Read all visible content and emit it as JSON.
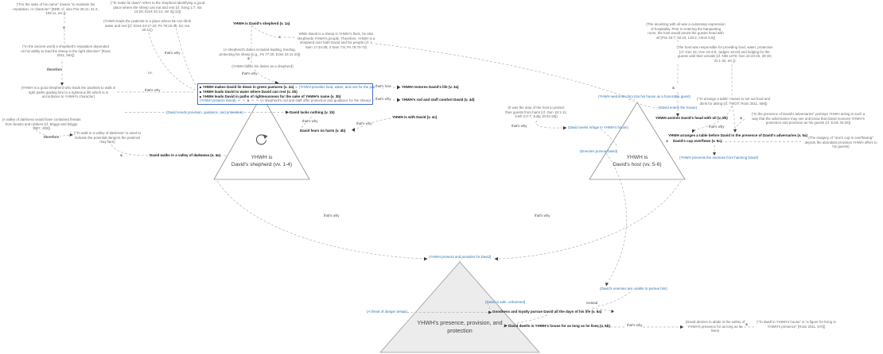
{
  "colors": {
    "inference_blue": "#2e74b5",
    "box_border_blue": "#4472c4",
    "note_gray": "#6b6b6b",
    "statement_black": "#151515",
    "line_gray": "#b3b3b3",
    "bottom_triangle_fill": "#ececec"
  },
  "triangles": {
    "shepherd": {
      "lines": {
        "l1": "YHWH is",
        "l2": "David's shepherd (vv. 1-4)"
      }
    },
    "host": {
      "lines": {
        "l1": "YHWH is",
        "l2": "David's host (vv. 5-6)"
      }
    },
    "theme": {
      "lines": {
        "l1": "YHWH's presence, provision, and",
        "l2": "protection"
      }
    }
  },
  "box": {
    "marker": "▶",
    "rows": {
      "r1_main": "YHWH makes David lie down in green pastures (v. 2a)",
      "r1_eq": "=",
      "r1_inference": "(YHWH provides food, water, and rest for the psalmist)",
      "r2": "YHWH leads David to water where David can rest (v. 2b)",
      "r3": "YHWH leads David in paths of righteousness for the sake of YHWH's name (v. 3b)",
      "r4_inference": "(YHWH protects David)",
      "r4_amp": "&",
      "r4_note": "(A shepherd's rod and staff offer protection and guidance for the sheep)"
    }
  },
  "statements": {
    "shepherd_1a": "YHWH is David's shepherd (v. 1a)",
    "walks_valley": "David walks in a valley of darkness (v. 4a)",
    "restores": "YHWH restores David's life (v. 3a)",
    "rod_comfort": "YHWH's rod and staff comfort David (v. 4d)",
    "lacks_nothing": "David lacks nothing (v. 1b)",
    "with_david": "YHWH is with David (v. 4c)",
    "fears_no_harm": "David fears no harm (v. 4b)",
    "anoints": "YHWH anoints David's head with oil (v. 5b)",
    "arranges_table": "YHWH arranges a table before David in the presence of David's adversaries (v. 5a)",
    "cup_overflows": "David's cup overflows (v. 5c)",
    "goodness": "Goodness and loyalty pursue David all the days of his life (v. 6a)",
    "dwells": "David dwells in YHWH's house for as long as he lives (v. 6b)"
  },
  "inferences": {
    "needs": "(David needs provision, guidance, and protection)",
    "welcomes": "(YHWH welcomes him into his house as a honorable guest)",
    "enters": "(David enters the house)",
    "refuge": "(David seeks refuge in YHWH's house)",
    "enemies_pursue": "(Enemies pursue David)",
    "prevents": "(YHWH prevents the enemies from harming David)",
    "protects_provides": "(YHWH protects and provides for David)",
    "unable": "(David's enemies are unable to pursue him)",
    "safe": "(David is safe, unharmed)",
    "threat": "(A threat of danger arises)"
  },
  "notes": {
    "name_meaning": "(\"For the sake of his name\" means \"to maintain his reputation, or character\" [BDB; cf. also Pss 25:11; 31:4; 106:11, etc.])",
    "reputation": "(\"In the ancient world a shepherd's reputation depended on his ability to lead the sheep in the right direction\" [Ross 2011, 564])",
    "good_shepherd": "(YHWH is a good shepherd who leads the psalmist to walk in right paths guiding him to a righteous life which is in accordance to YHWH's character)",
    "valley_threats": "(A valley of darkness would have contained threats from beasts and robbers [cf. Briggs and Briggs 1907, 209])",
    "valley_indicates": "(\"To walk in a valley of darkness\" is used to indicate the potential dangers the psalmist may face)",
    "make_lie_down": "(\"To make lie down\" refers to the shepherd identifying a good place where the sheep can eat and rest [cf. Song 1:7; Isa 13:20; Ezek 34:14; Jer 33:12])",
    "leads_place": "(YHWH leads the psalmist to a place where he can drink water and rest [cf. Ezek 34:17-22; Ps 78:15-20, 52; Isa 40:11])",
    "sheep_shepherd": "While David is a sheep in YHWH's flock, he also shepherds YHWH's people. Therefore, YHWH is a shepherd over both David and his people (cf. 1 Sam 17:34-35; 2 Sam 7:8; Ps 78:70-72)",
    "duties": "(A shepherd's duties included leading, feeding, protecting his sheep [e.g., Ps 77:20; Ezek 34:11-20])",
    "fulfills": "(YHWH fulfills his duties as a shepherd)",
    "anointing": "(The anointing with oil was a customary expression of hospitality. Prior to entering the banqueting room, the host would anoint the guests head with oil [Pss 45:7; 92:10; 133:2; Amos 6:6])",
    "host_responsible": "(The host was responsible for providing food, water, protection [cf. Gen 24; Gen 19:4-8; Judges 19:22] and lodging for the guests until their arrivals [cf. NIB 1378; Gen 24:23-25, 28-33; 31:1-32, etc.])",
    "arrange_table": "(\"To arrange a table\" means to set out food and drink for dining [cf. TWOT; Ross 2011, 566])",
    "adversaries": "(\"In the presence of David's adversaries\" portrays YHWH acting in such a way that the adversaries may see and know that David receives YHWH's protection and provision as his guests [cf. Ezek 34:25])",
    "cup_imagery": "(The imagery of \"one's cup is overflowing\" depicts the abundant provision YHWH offers to his guests)",
    "host_duty": "(It was the duty of the host to protect their guests from harm [cf. Gen 19:1-11; Josh 2:2-7; Judg 19:22-26])",
    "desires_abide": "(David desires to abide in the safety of YHWH's presence for as long as he lives)",
    "dwell_figure": "(\"To dwell in YHWH's house\" is \"a figure for living in YHWH's presence\" [Ross 2011, 570])"
  },
  "labels": {
    "thats_why": "that's why",
    "thats_how": "that's how",
    "therefore": "therefore",
    "amp": "&",
    "ie": "i.e.",
    "instead": "instead"
  }
}
